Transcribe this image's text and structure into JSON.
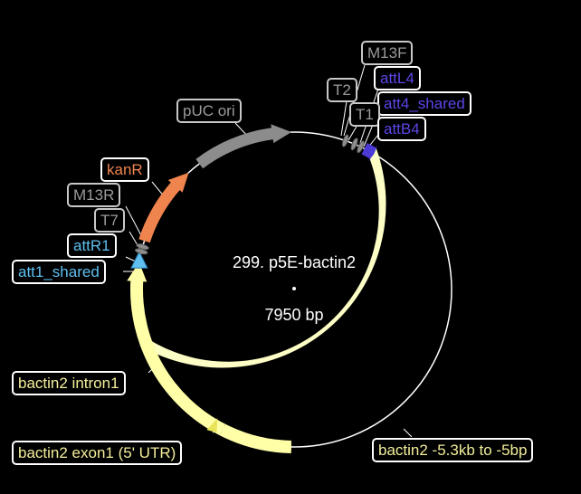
{
  "plasmid": {
    "name": "299. p5E-bactin2",
    "size": "7950 bp"
  },
  "colors": {
    "background": "#000000",
    "backbone": "#ffffff",
    "yellow_feature": "#ffffa8",
    "promoter": "#fdfdc6",
    "orange_feature": "#f0844e",
    "gray_feature": "#8c8c8c",
    "blue_feature": "#4b3ad6",
    "cyan_feature": "#5fc0f0"
  },
  "features": {
    "m13f": "M13F",
    "attl4": "attL4",
    "t2": "T2",
    "att4_shared": "att4_shared",
    "t1": "T1",
    "attb4": "attB4",
    "puc_ori": "pUC ori",
    "kanr": "kanR",
    "m13r": "M13R",
    "t7": "T7",
    "attr1": "attR1",
    "att1_shared": "att1_shared",
    "bactin2_intron1": "bactin2 intron1",
    "bactin2_exon1": "bactin2 exon1 (5' UTR)",
    "bactin2_promoter": "bactin2 -5.3kb to -5bp"
  }
}
